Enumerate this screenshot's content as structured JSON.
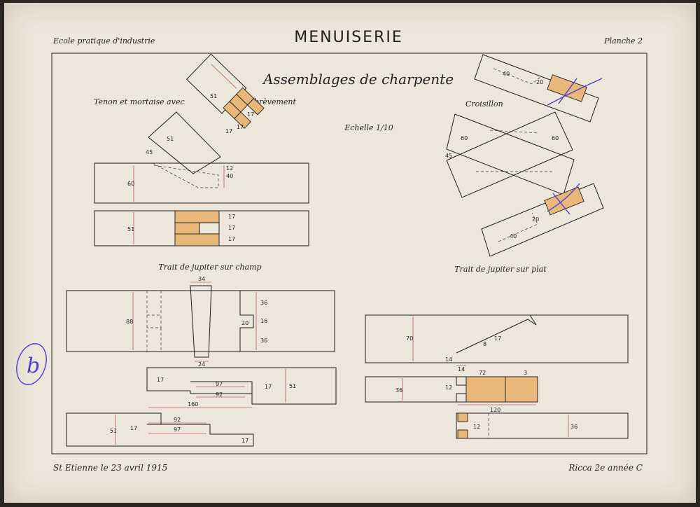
{
  "header": {
    "school": "Ecole pratique d'industrie",
    "title": "MENUISERIE",
    "plate": "Planche 2"
  },
  "main": {
    "title": "Assemblages de charpente",
    "scale": "Echelle 1/10"
  },
  "figures": {
    "tenon_label_left": "Tenon et mortaise avec",
    "tenon_label_right": "embrèvement",
    "croisillon_label": "Croisillon",
    "jupiter_champ_label": "Trait de jupiter sur champ",
    "jupiter_plat_label": "Trait de jupiter sur plat"
  },
  "dimensions": {
    "d60": "60",
    "d51": "51",
    "d40": "40",
    "d12": "12",
    "d17": "17",
    "d45": "45",
    "d34": "34",
    "d88": "88",
    "d36": "36",
    "d16": "16",
    "d20": "20",
    "d24": "24",
    "d97": "97",
    "d92": "92",
    "d160": "160",
    "d70": "70",
    "d14": "14",
    "d8": "8",
    "d72": "72",
    "d3": "3",
    "d120": "120"
  },
  "footer": {
    "place_date": "St Etienne le 23 avril 1915",
    "author": "Ricca 2e année C"
  },
  "annotation": {
    "grade": "b"
  },
  "colors": {
    "paper": "#ece7da",
    "wood": "#e8b77a",
    "ink": "#1e1e1e",
    "red_ink": "#b02020",
    "blue_pencil": "#4a3fd0"
  }
}
